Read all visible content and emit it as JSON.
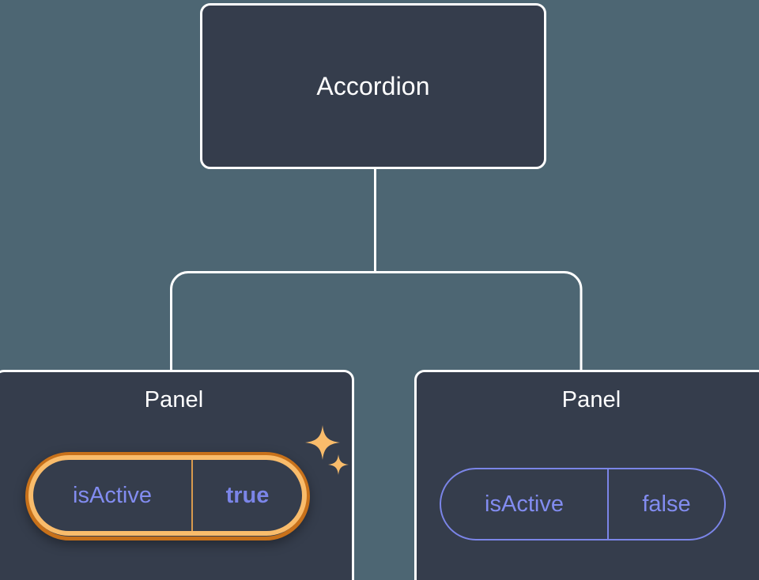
{
  "diagram": {
    "type": "component-tree",
    "background_color": "#4d6673",
    "node_fill_color": "#353d4c",
    "node_border_color": "#ffffff",
    "connector_color": "#ffffff",
    "accent_highlight_color": "#c8711a",
    "accent_highlight_inner_color": "#f9bc6b",
    "prop_text_color": "#828cf0",
    "sparkle_color": "#f9bc6b"
  },
  "root": {
    "title": "Accordion"
  },
  "children": [
    {
      "title": "Panel",
      "highlighted": true,
      "prop": {
        "key": "isActive",
        "value": "true",
        "value_bold": true
      },
      "sparkles": [
        "sparkle-large-icon",
        "sparkle-small-icon"
      ]
    },
    {
      "title": "Panel",
      "highlighted": false,
      "prop": {
        "key": "isActive",
        "value": "false",
        "value_bold": false
      }
    }
  ]
}
